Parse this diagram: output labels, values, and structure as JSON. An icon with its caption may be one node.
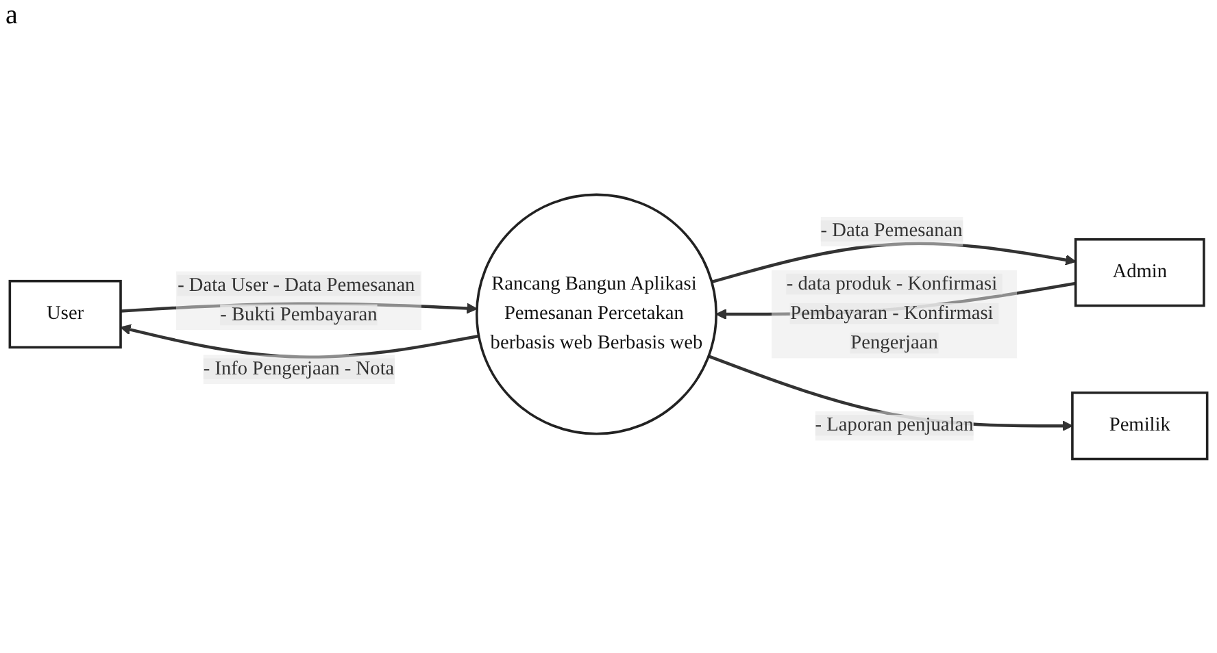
{
  "diagram": {
    "nodes": [
      {
        "text": [
          "User"
        ]
      },
      {
        "text": [
          "Rancang Bangun Aplikasi Pemesanan Percetakan berbasis web Berbasis web"
        ]
      },
      {
        "text": [
          "Admin"
        ]
      },
      {
        "text": [
          "Pemilik"
        ]
      }
    ],
    "edges": [
      {
        "from": 0,
        "to": 1,
        "arrow": "to",
        "label": "- Data User - Data Pemesanan - Bukti Pembayaran"
      },
      {
        "from": 1,
        "to": 0,
        "arrow": "to",
        "label": "- Info Pengerjaan - Nota"
      },
      {
        "from": 2,
        "to": 1,
        "arrow": "to",
        "label": "- data produk - Konfirmasi Pembayaran - Konfirmasi Pengerjaan"
      },
      {
        "from": 1,
        "to": 2,
        "arrow": "to",
        "label": "- Data Pemesanan"
      },
      {
        "from": 1,
        "to": 3,
        "arrow": "to",
        "label": "- Laporan penjualan"
      }
    ],
    "labels": [
      "a"
    ]
  }
}
